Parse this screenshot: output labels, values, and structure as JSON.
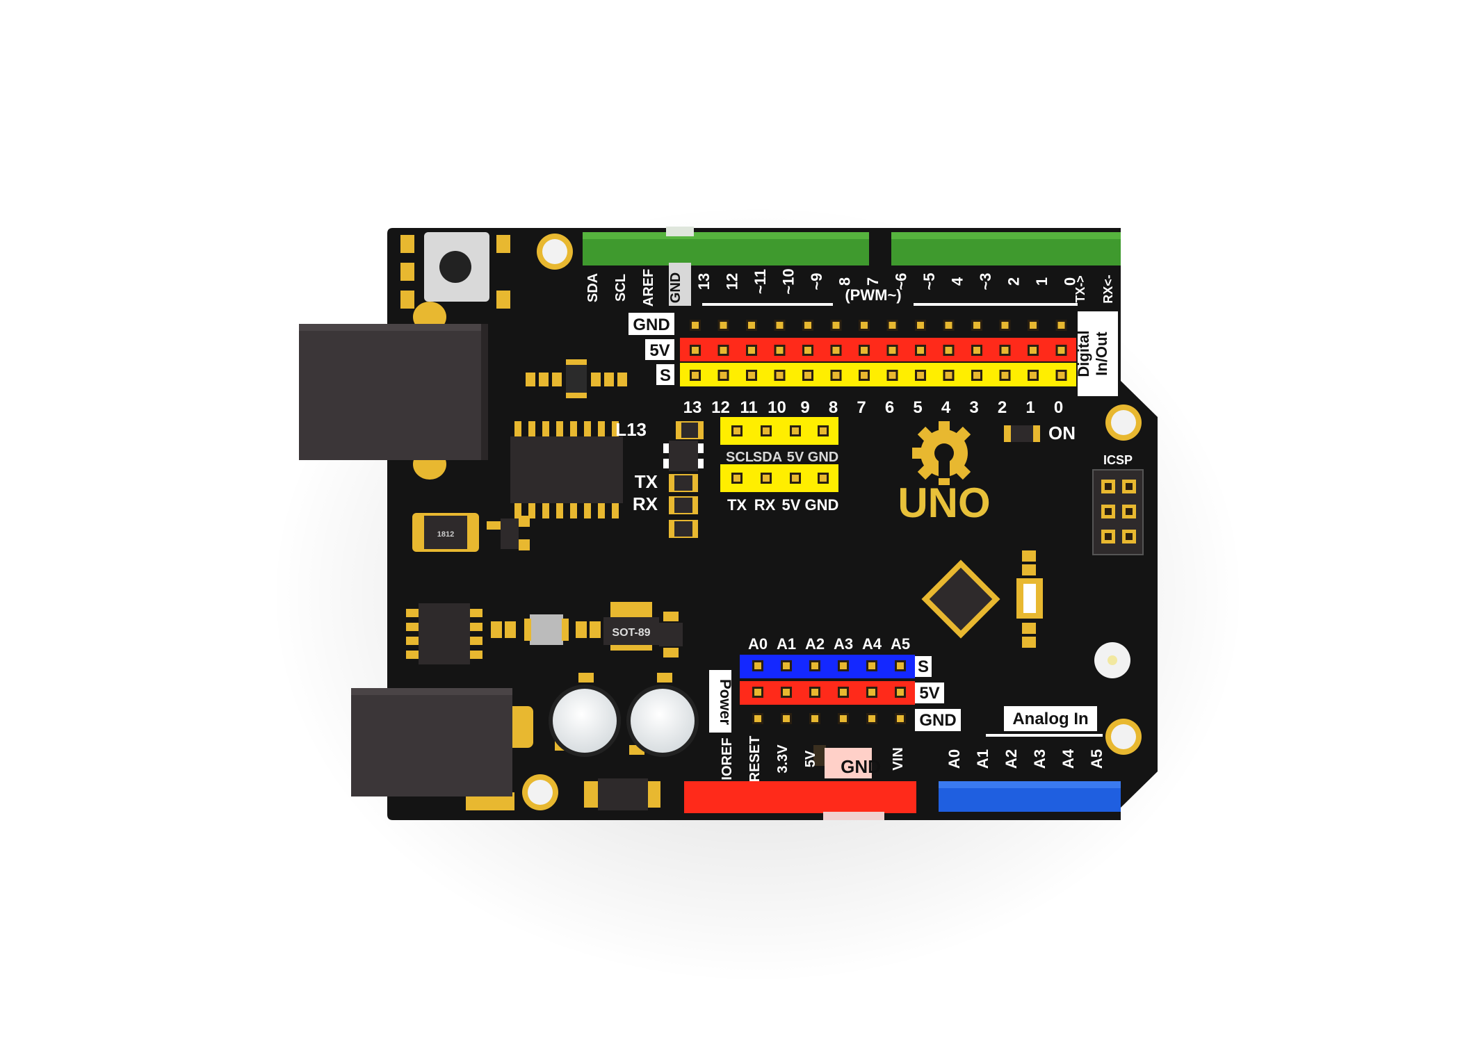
{
  "board": {
    "logo": "UNO",
    "colors": {
      "pcb": "#141414",
      "gold": "#e8b830",
      "header_green": "#3f9a2e",
      "signal": "#ffee00",
      "power": "#ff2a1a",
      "analog": "#1428ff",
      "silk": "#ffffff"
    }
  },
  "digital": {
    "header_pins": [
      "13",
      "12",
      "~11",
      "~10",
      "~9",
      "8",
      "7",
      "~6",
      "~5",
      "4",
      "~3",
      "2",
      "1",
      "0"
    ],
    "left_pins": [
      "SDA",
      "SCL",
      "AREF",
      "GND"
    ],
    "tx_label": "TX->",
    "rx_label": "RX<-",
    "pwm_label": "(PWM~)",
    "row_labels": [
      "GND",
      "5V",
      "S"
    ],
    "numbers": [
      "13",
      "12",
      "11",
      "10",
      "9",
      "8",
      "7",
      "6",
      "5",
      "4",
      "3",
      "2",
      "1",
      "0"
    ],
    "side_label_1": "Digital",
    "side_label_2": "In/Out"
  },
  "i2c": {
    "labels": [
      "SCL",
      "SDA",
      "5V",
      "GND"
    ]
  },
  "uart": {
    "labels": [
      "TX",
      "RX",
      "5V",
      "GND"
    ]
  },
  "leds": {
    "l13": "L13",
    "tx": "TX",
    "rx": "RX",
    "on": "ON"
  },
  "icsp": "ICSP",
  "chips": {
    "inductor": "1812",
    "regulator": "SOT-89"
  },
  "analog_block": {
    "pins": [
      "A0",
      "A1",
      "A2",
      "A3",
      "A4",
      "A5"
    ],
    "row_labels": [
      "S",
      "5V",
      "GND"
    ],
    "side_label": "Power"
  },
  "power_header": {
    "pins": [
      "IOREF",
      "RESET",
      "3.3V",
      "5V",
      "GND",
      "VIN"
    ]
  },
  "analog_header": {
    "title": "Analog In",
    "pins": [
      "A0",
      "A1",
      "A2",
      "A3",
      "A4",
      "A5"
    ]
  }
}
